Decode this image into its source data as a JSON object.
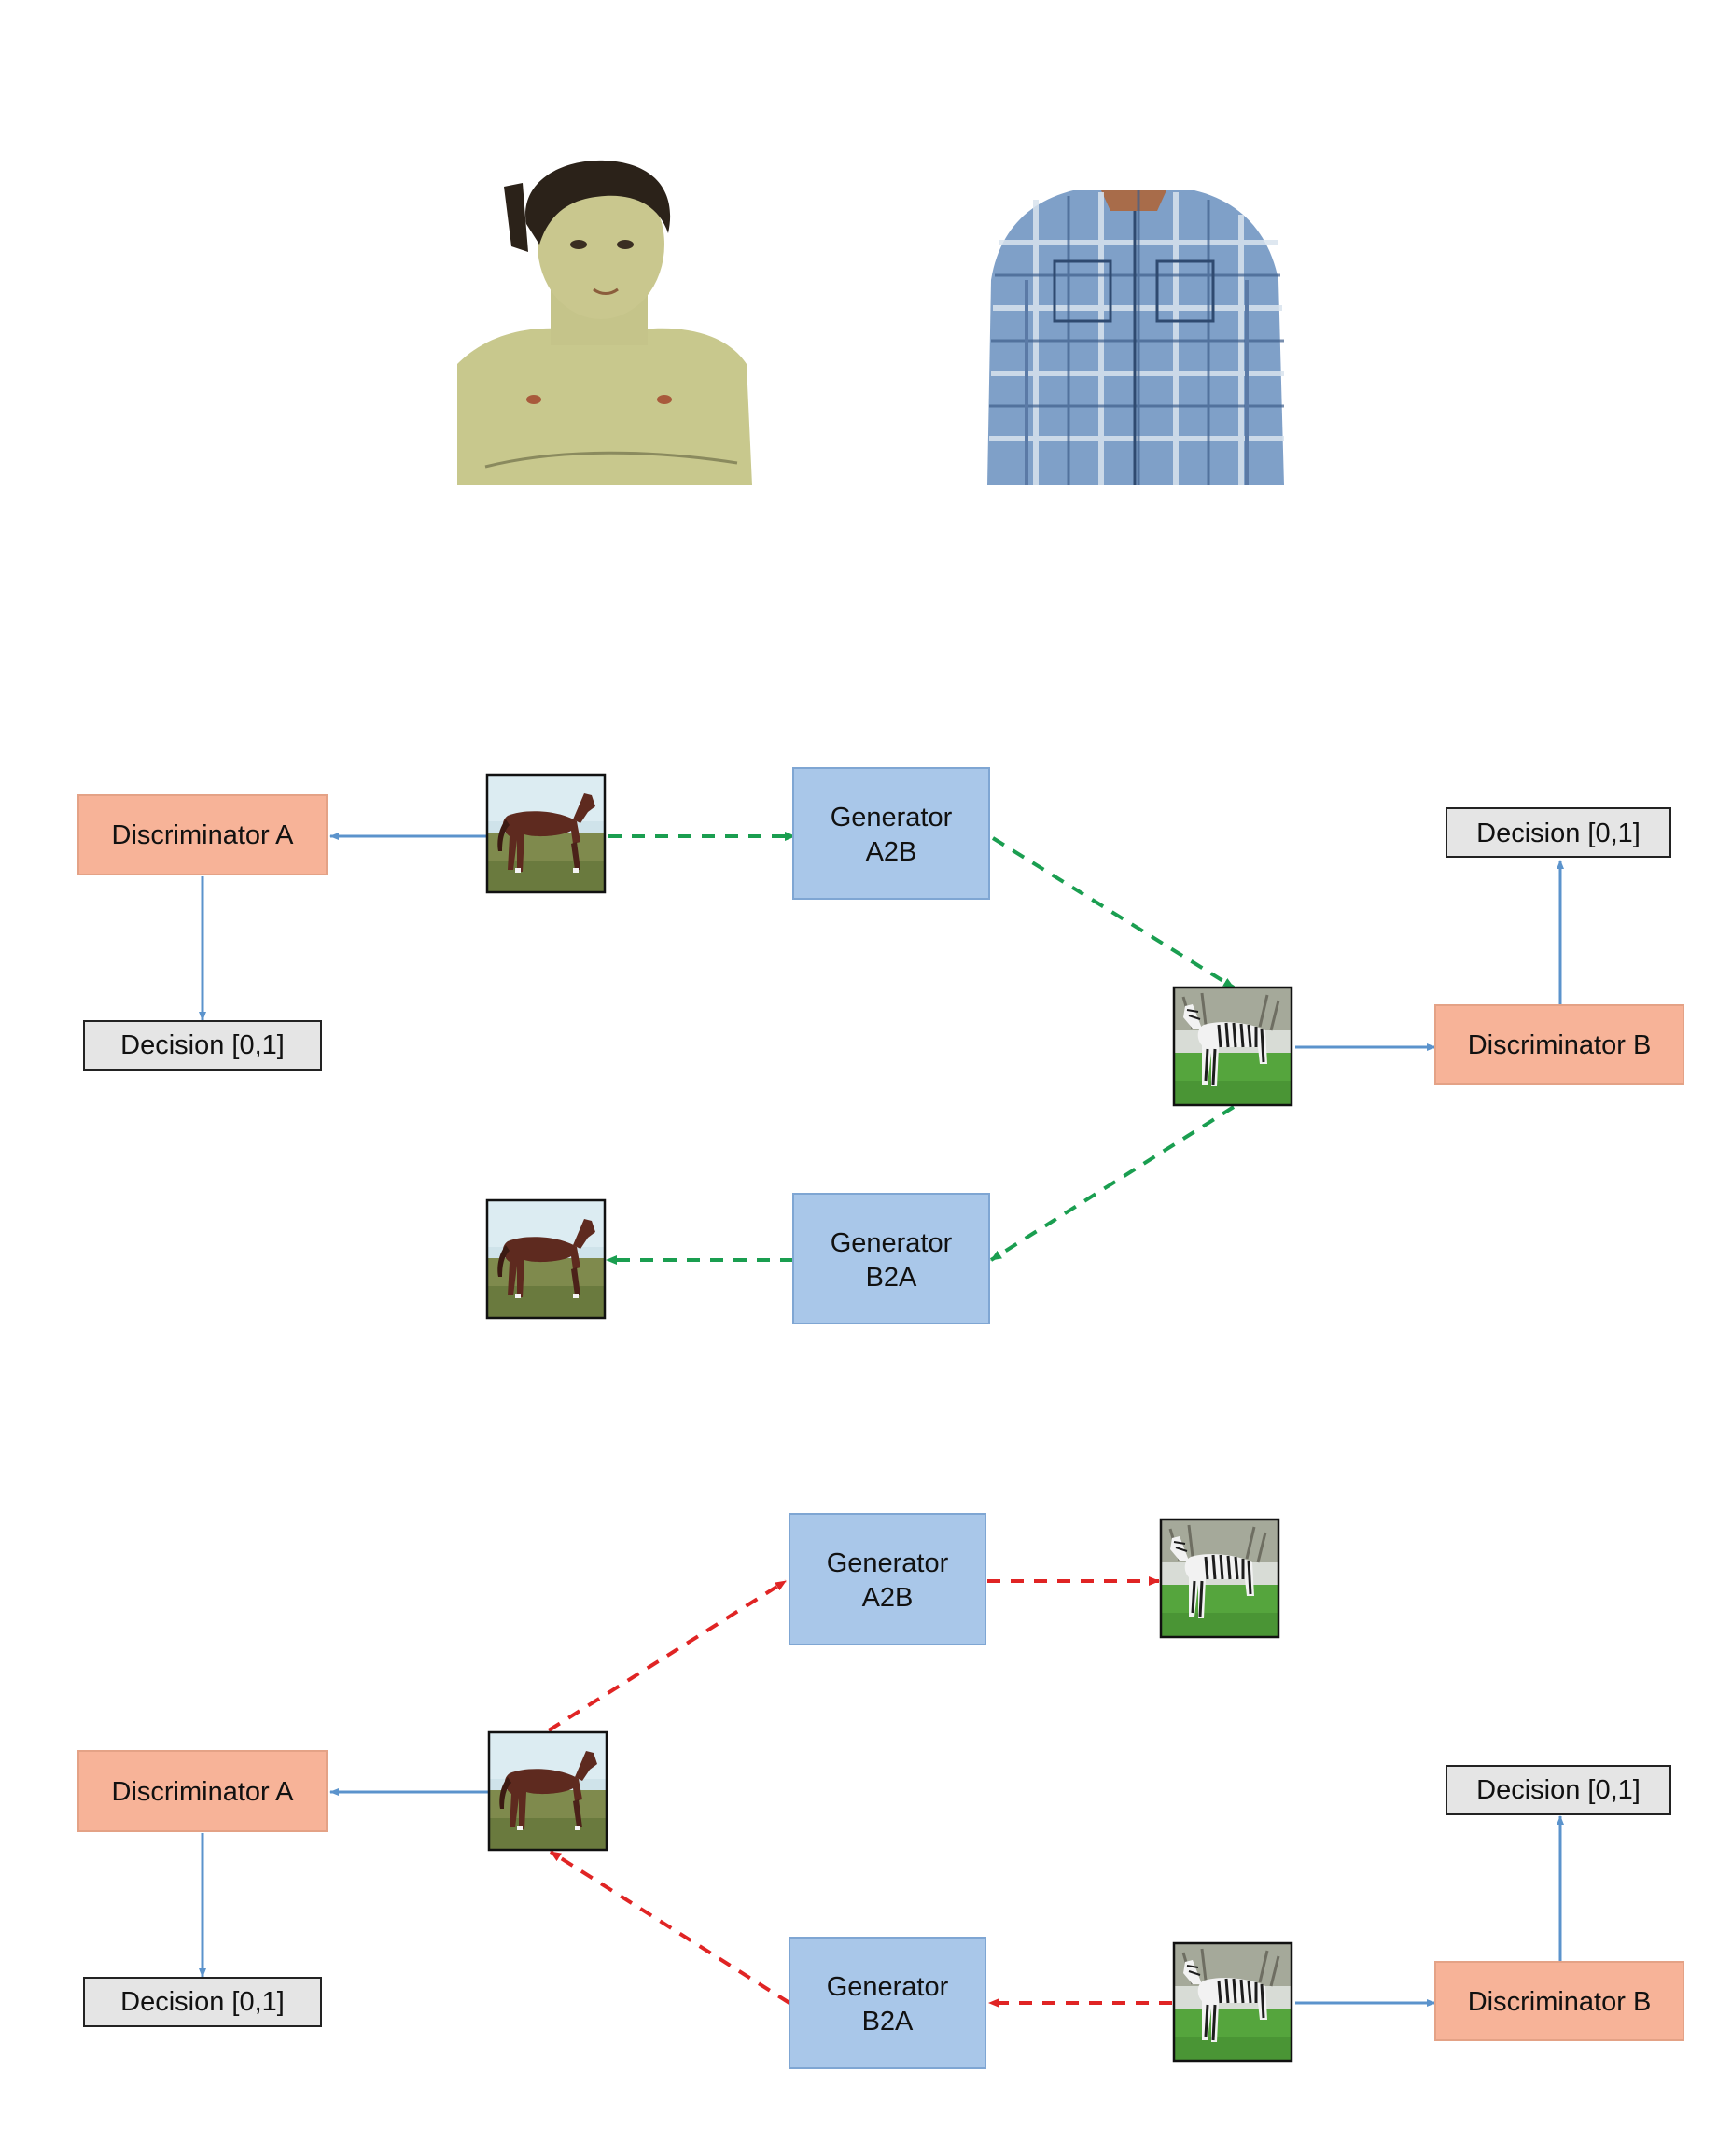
{
  "colors": {
    "discriminator": "#f7b398",
    "generator": "#a9c7e9",
    "decision": "#e5e5e5",
    "solid_arrow": "#5b93cc",
    "forward_dashed": "#1a9e50",
    "cycle_dashed": "#e02424"
  },
  "top_images": [
    "painting-portrait-thumbnail",
    "plaid-shirt-thumbnail"
  ],
  "diagram1": {
    "disc_a": "Discriminator A",
    "disc_b": "Discriminator B",
    "gen_a2b": [
      "Generator",
      "A2B"
    ],
    "gen_b2a": [
      "Generator",
      "B2A"
    ],
    "decision_a": "Decision [0,1]",
    "decision_b": "Decision [0,1]"
  },
  "diagram2": {
    "disc_a": "Discriminator A",
    "disc_b": "Discriminator B",
    "gen_a2b": [
      "Generator",
      "A2B"
    ],
    "gen_b2a": [
      "Generator",
      "B2A"
    ],
    "decision_a": "Decision [0,1]",
    "decision_b": "Decision [0,1]"
  }
}
